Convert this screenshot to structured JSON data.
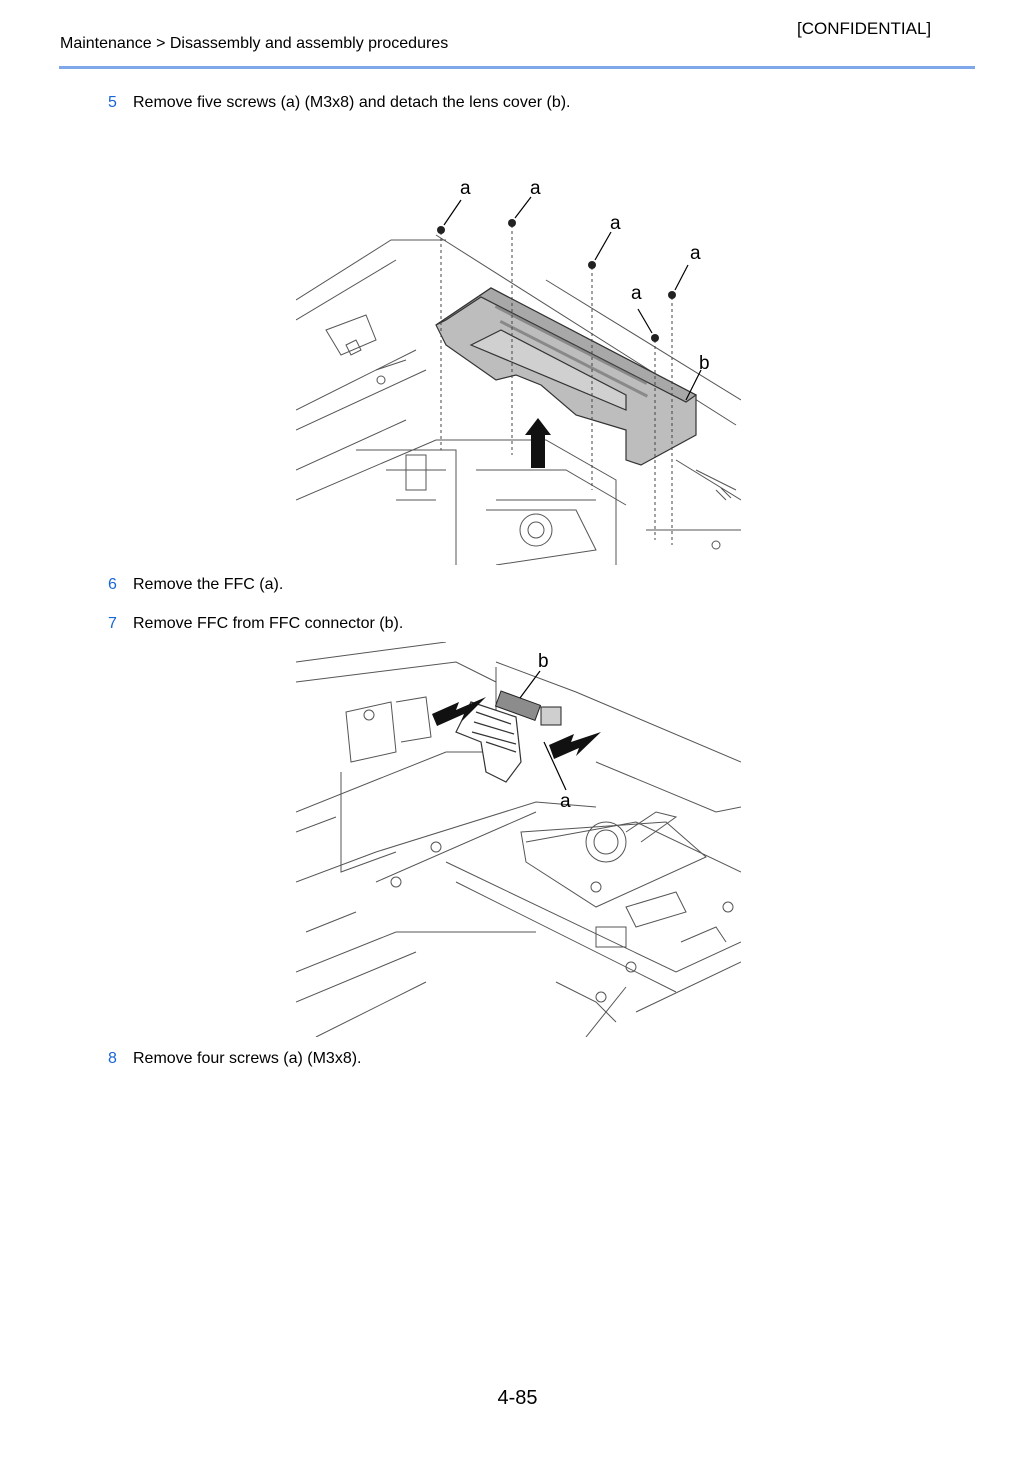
{
  "header": {
    "confidential": "[CONFIDENTIAL]",
    "breadcrumb": "Maintenance > Disassembly and assembly procedures"
  },
  "steps": [
    {
      "number": "5",
      "text": "Remove five screws (a) (M3x8) and detach the lens cover (b)."
    },
    {
      "number": "6",
      "text": "Remove the FFC (a)."
    },
    {
      "number": "7",
      "text": "Remove FFC from FFC connector (b)."
    },
    {
      "number": "8",
      "text": "Remove four screws (a) (M3x8)."
    }
  ],
  "figure1": {
    "callout_a": "a",
    "callout_b": "b"
  },
  "figure2": {
    "callout_a": "a",
    "callout_b": "b"
  },
  "footer": {
    "page_number": "4-85"
  }
}
